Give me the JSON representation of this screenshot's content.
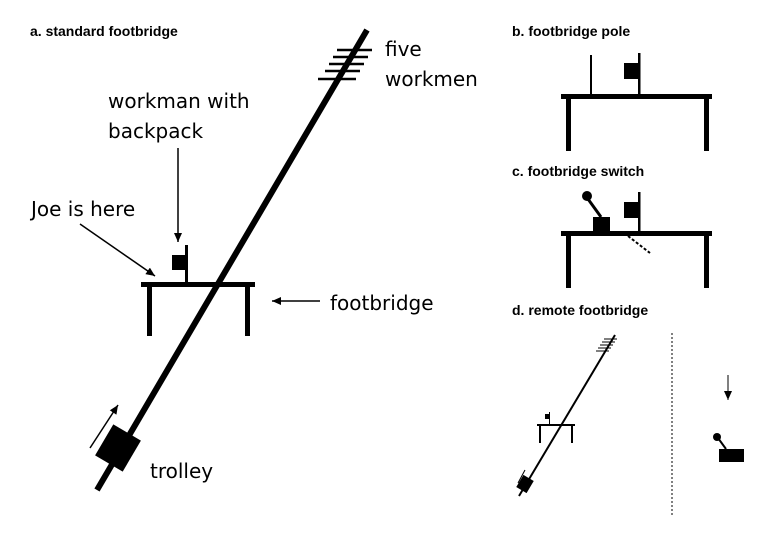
{
  "panels": {
    "a": {
      "title": "a. standard footbridge",
      "labels": {
        "five": "five",
        "workmen": "workmen",
        "workman_line1": "workman with",
        "workman_line2": "backpack",
        "joe": "Joe is here",
        "footbridge": "footbridge",
        "trolley": "trolley"
      }
    },
    "b": {
      "title": "b. footbridge pole"
    },
    "c": {
      "title": "c. footbridge switch"
    },
    "d": {
      "title": "d. remote footbridge"
    }
  },
  "colors": {
    "ink": "#000000",
    "background": "#ffffff"
  }
}
